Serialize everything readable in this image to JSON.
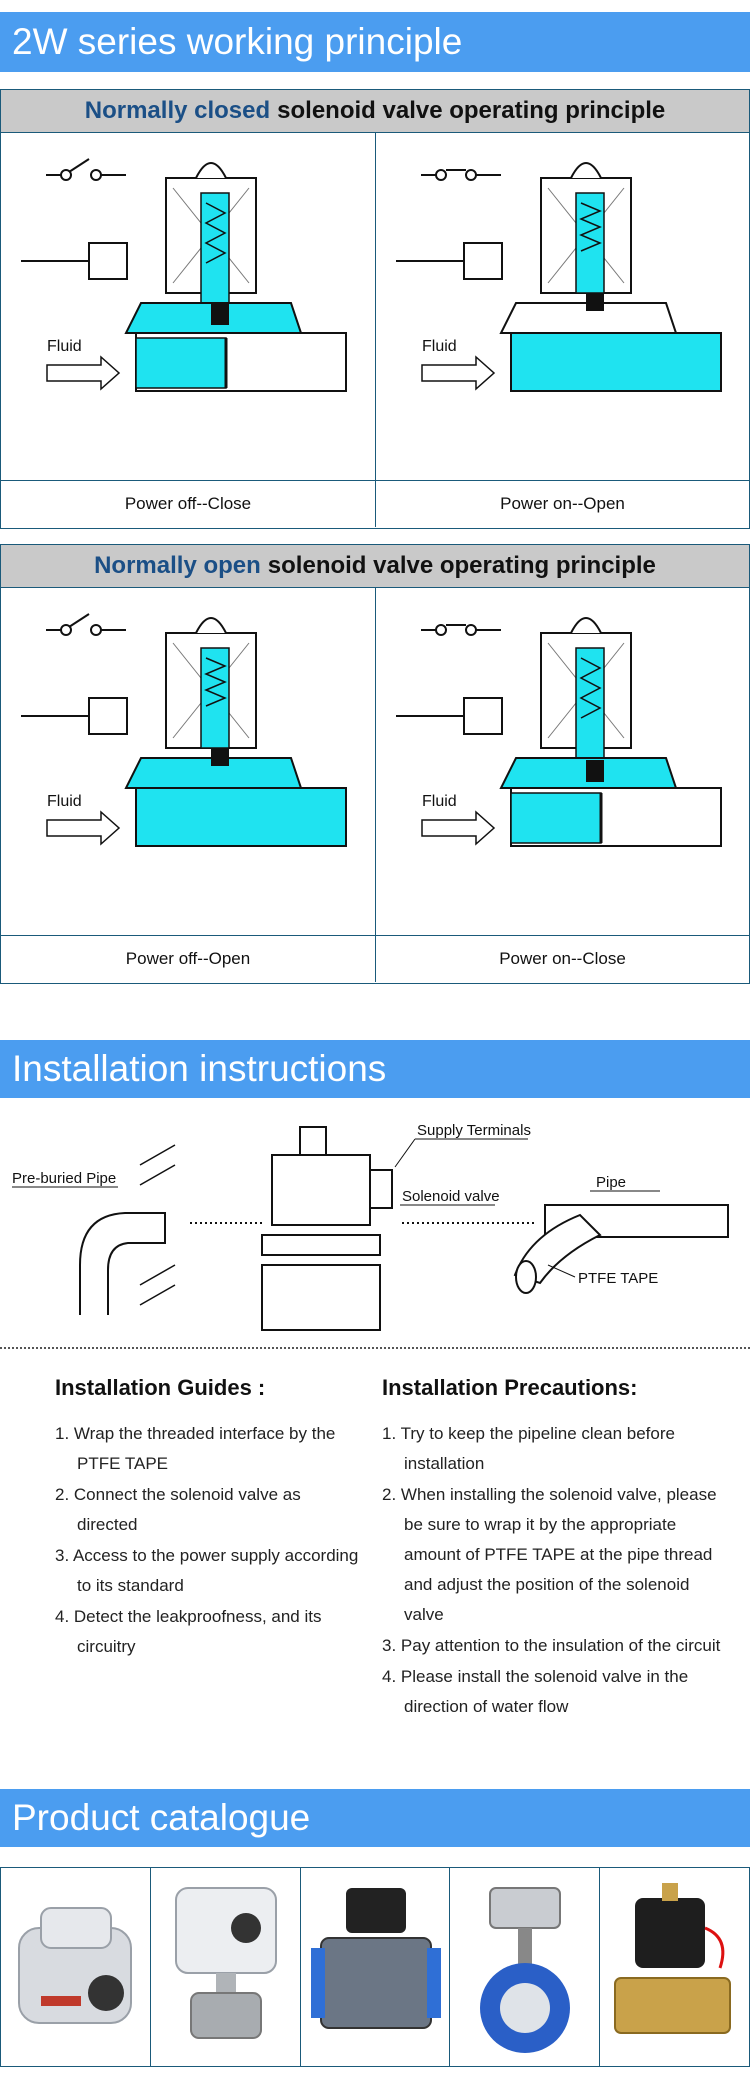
{
  "sections": {
    "working_principle": "2W series working principle",
    "installation": "Installation instructions",
    "catalogue": "Product catalogue"
  },
  "normally_closed": {
    "highlight": "Normally closed",
    "rest": "solenoid valve operating principle",
    "captions": [
      "Power off--Close",
      "Power on--Open"
    ]
  },
  "normally_open": {
    "highlight": "Normally open",
    "rest": "solenoid valve operating principle",
    "captions": [
      "Power off--Open",
      "Power on--Close"
    ]
  },
  "diagram_labels": {
    "fluid": "Fluid"
  },
  "install_labels": {
    "pre_buried_pipe": "Pre-buried Pipe",
    "supply_terminals": "Supply Terminals",
    "solenoid_valve": "Solenoid valve",
    "pipe": "Pipe",
    "ptfe_tape": "PTFE TAPE"
  },
  "guides": {
    "title": "Installation Guides :",
    "items": [
      "1. Wrap the threaded interface by the PTFE TAPE",
      "2. Connect the solenoid valve as directed",
      "3. Access to the power supply according to its standard",
      "4. Detect the leakproofness, and its circuitry"
    ]
  },
  "precautions": {
    "title": "Installation Precautions:",
    "items": [
      "1. Try to keep the pipeline clean before installation",
      "2. When installing the solenoid valve, please be sure to wrap it by the appropriate amount of PTFE TAPE at the pipe thread and adjust the position of the solenoid valve",
      "3. Pay attention to the insulation of the circuit",
      "4. Please install the solenoid valve in the direction of water flow"
    ]
  },
  "products": [
    "electric-actuator",
    "electric-ball-valve",
    "pneumatic-actuator",
    "pneumatic-butterfly-valve",
    "brass-solenoid-valve"
  ],
  "colors": {
    "banner": "#4b9df0",
    "fluid": "#1fe3f0",
    "border": "#1a5a7a",
    "highlight_text": "#1b4f86"
  }
}
